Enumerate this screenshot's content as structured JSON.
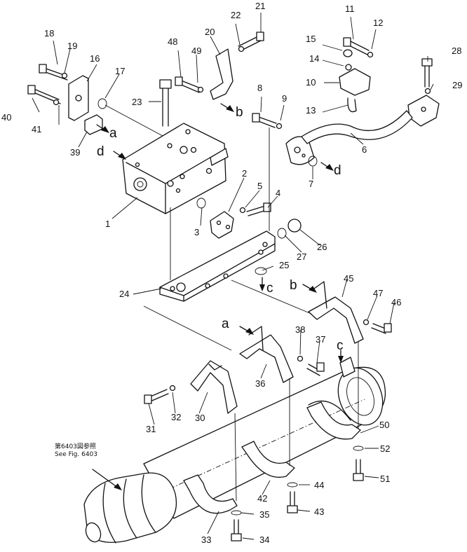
{
  "diagram": {
    "part_numbers": [
      "1",
      "2",
      "3",
      "4",
      "5",
      "6",
      "7",
      "8",
      "9",
      "10",
      "11",
      "12",
      "13",
      "14",
      "15",
      "16",
      "17",
      "18",
      "19",
      "20",
      "21",
      "22",
      "23",
      "24",
      "25",
      "26",
      "27",
      "28",
      "29",
      "30",
      "31",
      "32",
      "33",
      "34",
      "35",
      "36",
      "37",
      "38",
      "39",
      "40",
      "41",
      "42",
      "43",
      "44",
      "45",
      "46",
      "47",
      "48",
      "49",
      "50",
      "51",
      "52"
    ],
    "connection_letters": [
      "a",
      "b",
      "c",
      "d"
    ],
    "reference_note": {
      "japanese": "第6403図参照",
      "english": "See Fig. 6403"
    }
  }
}
